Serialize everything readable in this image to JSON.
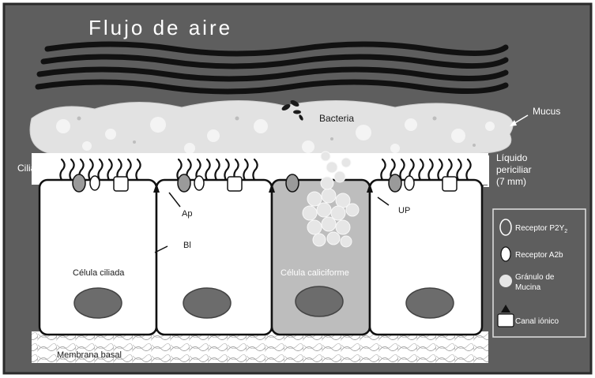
{
  "diagram": {
    "title": "Flujo de aire",
    "labels": {
      "bacteria": "Bacteria",
      "mucus": "Mucus",
      "cilias": "Cilias",
      "periciliar_line1": "Líquido",
      "periciliar_line2": "periciliar",
      "periciliar_line3": "(7 mm)",
      "ap": "Ap",
      "bl": "Bl",
      "up": "UP",
      "ciliated_cell": "Célula ciliada",
      "goblet_cell": "Célula caliciforme",
      "basal_membrane": "Membrana basal"
    },
    "legend": [
      {
        "key": "p2y2",
        "label": "Receptor P2Y",
        "subscript": "2"
      },
      {
        "key": "a2b",
        "label": "Receptor A2b"
      },
      {
        "key": "granule",
        "label": "Gránulo de",
        "label2": "Mucina"
      },
      {
        "key": "channel",
        "label": "Canal iónico"
      }
    ],
    "colors": {
      "background": "#5e5e5e",
      "border": "#2a2a2a",
      "cell_fill": "#ffffff",
      "goblet_fill": "#bdbdbd",
      "nucleus": "#6c6c6c",
      "mucus": "#e2e2e2",
      "airflow": "#111111",
      "text_light": "#ffffff",
      "text_dark": "#1a1a1a"
    }
  }
}
